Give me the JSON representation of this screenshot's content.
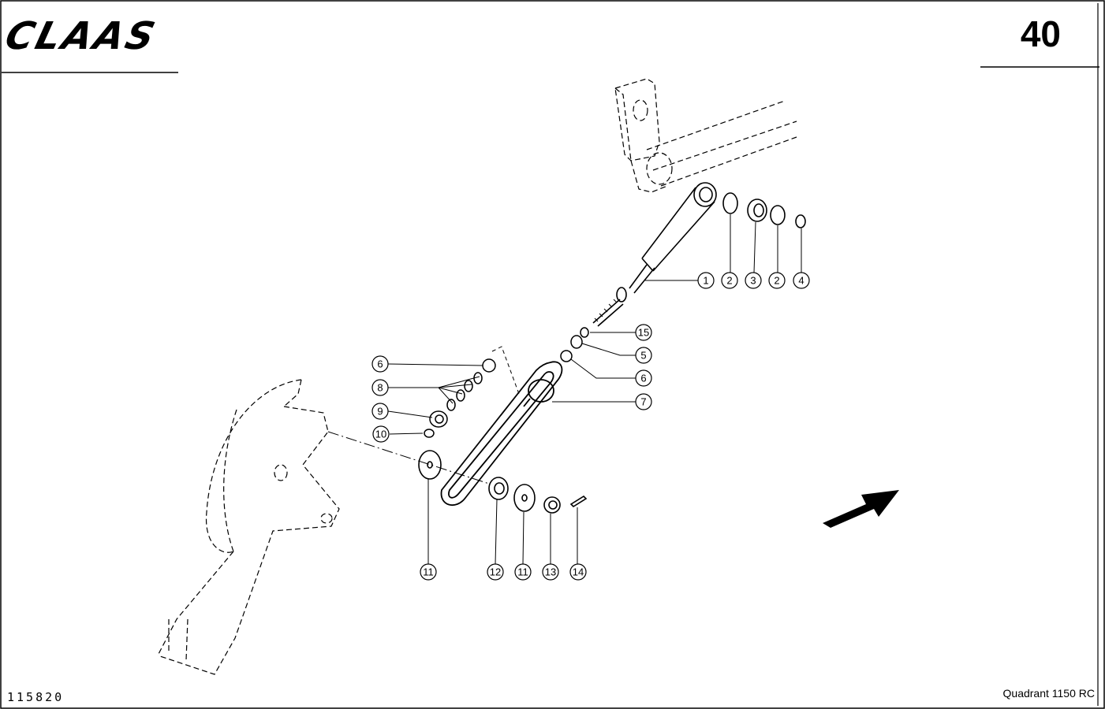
{
  "header": {
    "brand": "CLAAS",
    "page_number": "40"
  },
  "footer": {
    "drawing_number": "115820",
    "model": "Quadrant 1150 RC"
  },
  "callouts": [
    {
      "id": "c1",
      "label": "1"
    },
    {
      "id": "c2a",
      "label": "2"
    },
    {
      "id": "c3",
      "label": "3"
    },
    {
      "id": "c2b",
      "label": "2"
    },
    {
      "id": "c4",
      "label": "4"
    },
    {
      "id": "c15",
      "label": "15"
    },
    {
      "id": "c5",
      "label": "5"
    },
    {
      "id": "c6a",
      "label": "6"
    },
    {
      "id": "c7",
      "label": "7"
    },
    {
      "id": "c6b",
      "label": "6"
    },
    {
      "id": "c8",
      "label": "8"
    },
    {
      "id": "c9",
      "label": "9"
    },
    {
      "id": "c10",
      "label": "10"
    },
    {
      "id": "c11a",
      "label": "11"
    },
    {
      "id": "c12",
      "label": "12"
    },
    {
      "id": "c11b",
      "label": "11"
    },
    {
      "id": "c13",
      "label": "13"
    },
    {
      "id": "c14",
      "label": "14"
    }
  ],
  "icons": {
    "direction": "direction-arrow-icon"
  }
}
